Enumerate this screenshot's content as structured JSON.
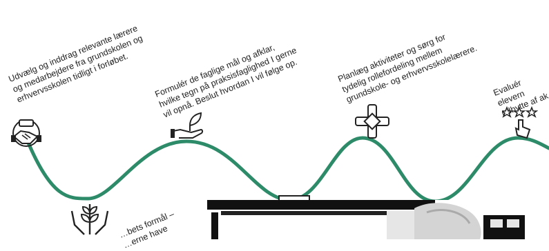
{
  "diagram": {
    "curve_color": "#2e8b6a",
    "steps": [
      {
        "text": "Udvælg og inddrag relevante lærere\nog medarbejdere fra grundskolen og\nerhvervsskolen tidligt i forløbet.",
        "icon": "handshake-circle-icon"
      },
      {
        "text": "Formulér de faglige mål og afklar,\nhvilke tegn på praksisfaglighed I gerne\nvil opnå. Beslut hvordan I vil følge op.",
        "icon": "hand-sprout-icon"
      },
      {
        "text": "Planlæg aktiviteter og sørg for\ntydelig rollefordeling mellem\ngrundskole- og erhvervsskolelærere.",
        "icon": "joined-hands-icon"
      },
      {
        "text": "Evaluér elevern\nudbytte af ak",
        "icon": "stars-pointer-icon"
      },
      {
        "text": "…bets formål –\n…erne have",
        "icon": "hands-plant-icon"
      }
    ]
  }
}
